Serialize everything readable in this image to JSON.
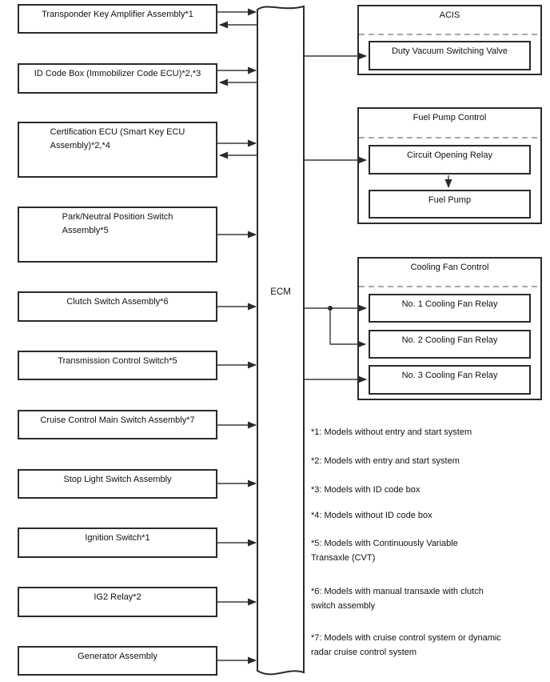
{
  "diagram": {
    "ecm_label": "ECM",
    "left_boxes": [
      {
        "lines": [
          "Transponder Key Amplifier Assembly*1"
        ]
      },
      {
        "lines": [
          "ID Code Box (Immobilizer Code ECU)*2,*3"
        ]
      },
      {
        "lines": [
          "Certification ECU (Smart Key ECU",
          "Assembly)*2,*4"
        ]
      },
      {
        "lines": [
          "Park/Neutral Position Switch",
          "Assembly*5"
        ]
      },
      {
        "lines": [
          "Clutch Switch Assembly*6"
        ]
      },
      {
        "lines": [
          "Transmission Control Switch*5"
        ]
      },
      {
        "lines": [
          "Cruise Control Main Switch Assembly*7"
        ]
      },
      {
        "lines": [
          "Stop Light Switch Assembly"
        ]
      },
      {
        "lines": [
          "Ignition Switch*1"
        ]
      },
      {
        "lines": [
          "IG2 Relay*2"
        ]
      },
      {
        "lines": [
          "Generator Assembly"
        ]
      }
    ],
    "right_groups": [
      {
        "title": "ACIS",
        "boxes": [
          "Duty Vacuum Switching Valve"
        ]
      },
      {
        "title": "Fuel Pump Control",
        "boxes": [
          "Circuit Opening Relay",
          "Fuel Pump"
        ]
      },
      {
        "title": "Cooling Fan Control",
        "boxes": [
          "No. 1 Cooling Fan Relay",
          "No. 2 Cooling Fan Relay",
          "No. 3 Cooling Fan Relay"
        ]
      }
    ],
    "notes": [
      {
        "lines": [
          "*1: Models without entry and start system"
        ]
      },
      {
        "lines": [
          "*2: Models with entry and start system"
        ]
      },
      {
        "lines": [
          "*3: Models with ID code box"
        ]
      },
      {
        "lines": [
          "*4: Models without ID code box"
        ]
      },
      {
        "lines": [
          "*5: Models with Continuously Variable",
          "Transaxle (CVT)"
        ]
      },
      {
        "lines": [
          "*6: Models with manual transaxle with clutch",
          "switch assembly"
        ]
      },
      {
        "lines": [
          "*7: Models with cruise control system or dynamic",
          "radar cruise control system"
        ]
      }
    ],
    "colors": {
      "line": "#3a3a3a",
      "border": "#2b2b2b",
      "dashed": "#8c8c8c",
      "text": "#111111",
      "background": "#ffffff"
    }
  }
}
